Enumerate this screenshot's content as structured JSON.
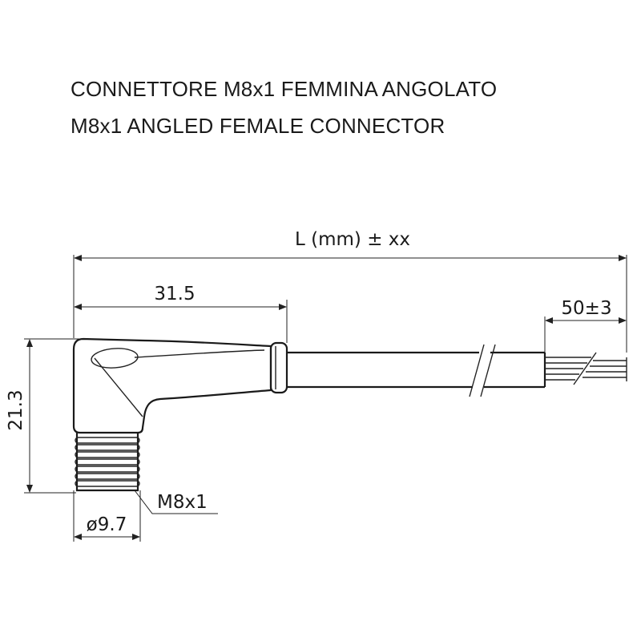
{
  "title": {
    "line_it": "CONNETTORE M8x1 FEMMINA ANGOLATO",
    "line_en": "M8x1 ANGLED FEMALE CONNECTOR"
  },
  "dimensions": {
    "length": "L (mm) ± xx",
    "body_length": "31.5",
    "strip_length": "50±3",
    "height": "21.3",
    "thread": "M8x1",
    "diameter": "ø9.7"
  }
}
